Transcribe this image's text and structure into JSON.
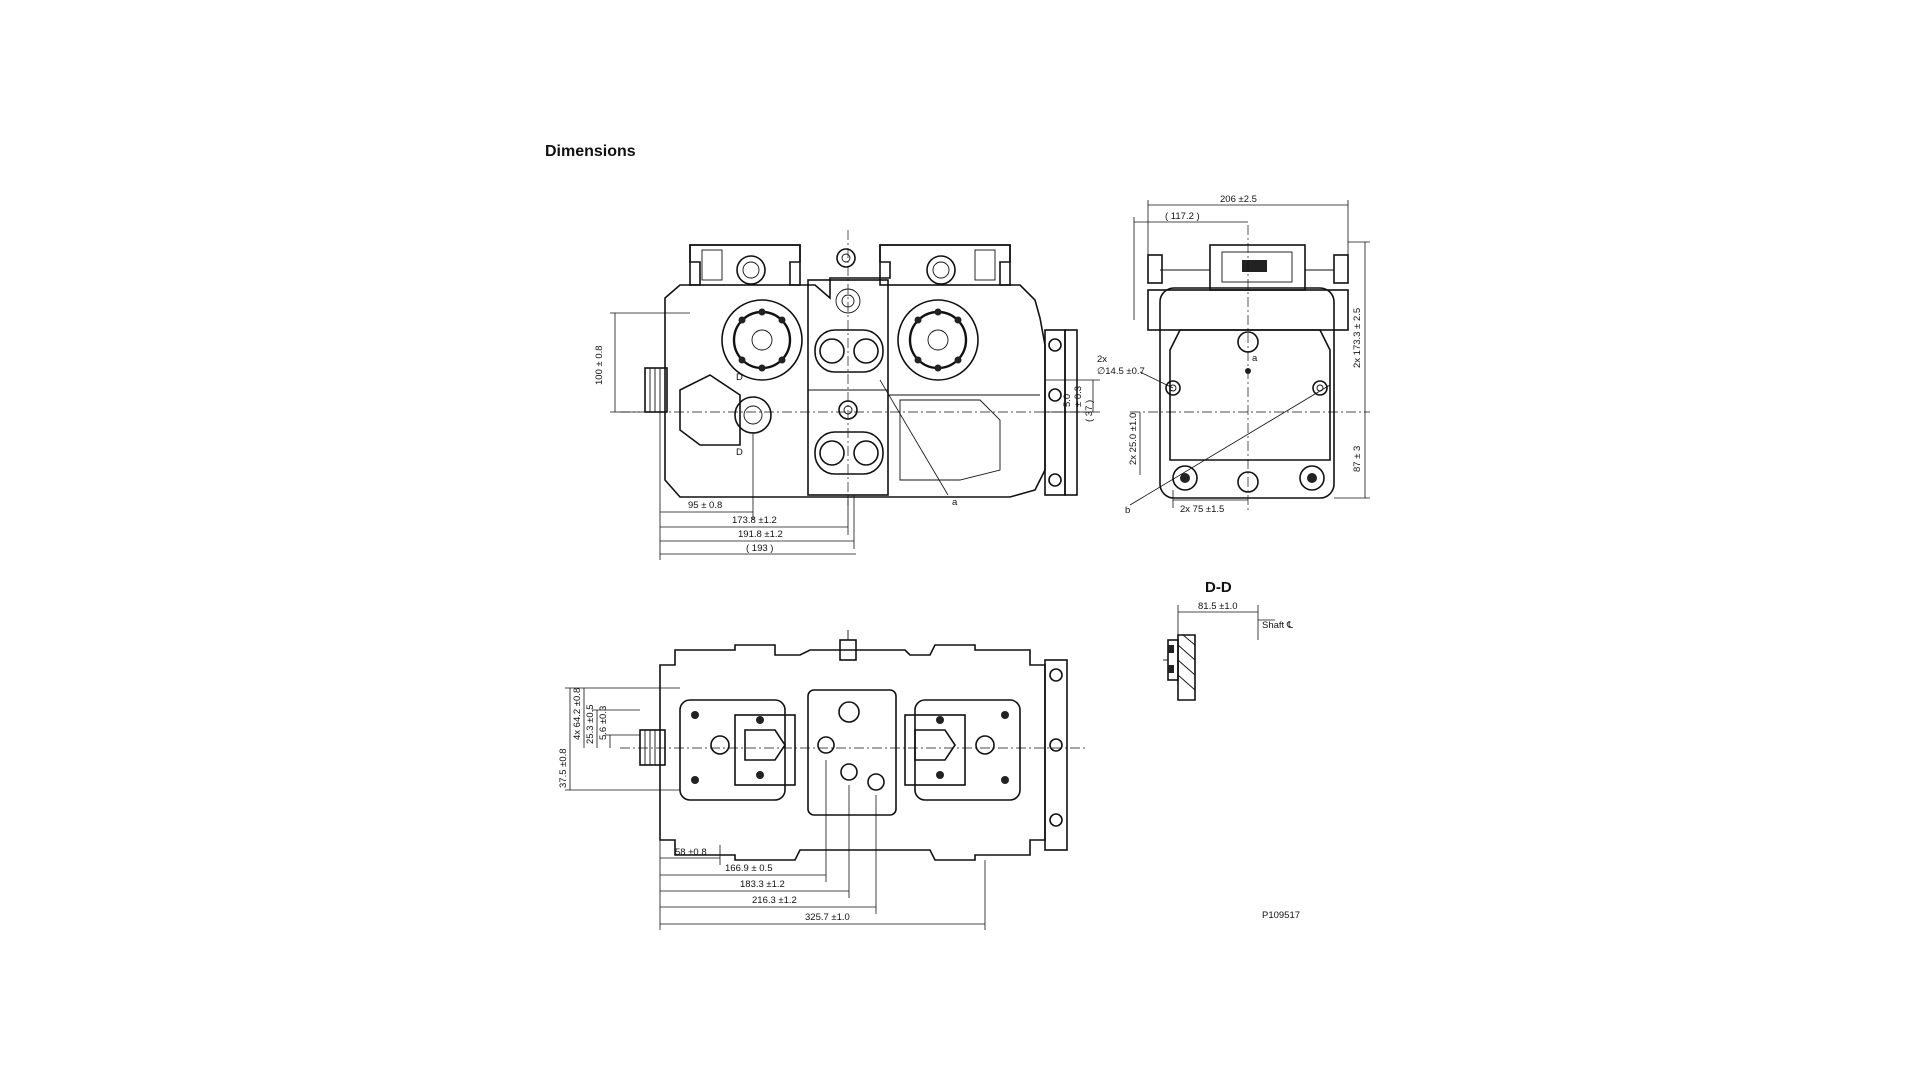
{
  "title": "Dimensions",
  "figure_id": "P109517",
  "section_label": "D-D",
  "front_view": {
    "dims": [
      "100 ± 0.8",
      "95 ± 0.8",
      "173.8 ±1.2",
      "191.8 ±1.2",
      "( 193 )",
      "5.0",
      "± 0.3",
      "( 37 )"
    ],
    "callouts": [
      "a",
      "D",
      "D"
    ]
  },
  "side_view": {
    "dims": [
      "206 ±2.5",
      "( 117.2 )",
      "2x",
      "∅14.5 ±0.7",
      "2x 173.3 ± 2.5",
      "2x 25.0 ±1.0",
      "87 ± 3",
      "2x 75 ±1.5"
    ],
    "callouts": [
      "a",
      "b"
    ]
  },
  "bottom_view": {
    "dims": [
      "37.5 ±0.8",
      "4x 64.2 ±0.8",
      "25.3 ±0.5",
      "5.6 ±0.3",
      "58 ±0.8",
      "166.9 ± 0.5",
      "183.3 ±1.2",
      "216.3 ±1.2",
      "325.7 ±1.0"
    ]
  },
  "section_view": {
    "dims": [
      "81.5 ±1.0",
      "Shaft ℄"
    ]
  }
}
